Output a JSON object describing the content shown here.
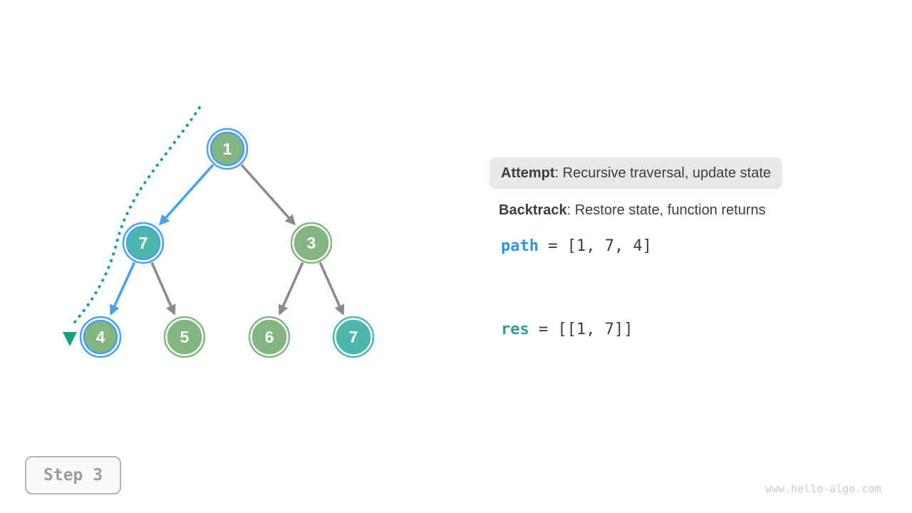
{
  "colors": {
    "node-green": "#82b580",
    "node-teal": "#4cb8ab",
    "ring-blue": "#49a0f2",
    "edge-gray": "#8a8a8a",
    "trace-teal": "#14a38a",
    "text-dark": "#3d3d3d",
    "path-blue": "#2d96ec",
    "res-teal": "#2f9d90",
    "attempt-bg": "#e8e8e8",
    "step-border": "#b4b4b4",
    "step-text": "#9c9c9c",
    "watermark-gray": "#cbcbcb"
  },
  "tree": {
    "nodes": [
      {
        "label": "1"
      },
      {
        "label": "7"
      },
      {
        "label": "3"
      },
      {
        "label": "4"
      },
      {
        "label": "5"
      },
      {
        "label": "6"
      },
      {
        "label": "7"
      }
    ]
  },
  "panel": {
    "attempt": {
      "label": "Attempt",
      "text": ": Recursive traversal, update state"
    },
    "backtrack": {
      "label": "Backtrack",
      "text": ": Restore state, function returns"
    },
    "path": {
      "var": "path",
      "value": " = [1, 7, 4]"
    },
    "res": {
      "var": "res",
      "value": " = [[1, 7]]"
    }
  },
  "step_badge": {
    "label": "Step 3"
  },
  "watermark": "www.hello-algo.com"
}
